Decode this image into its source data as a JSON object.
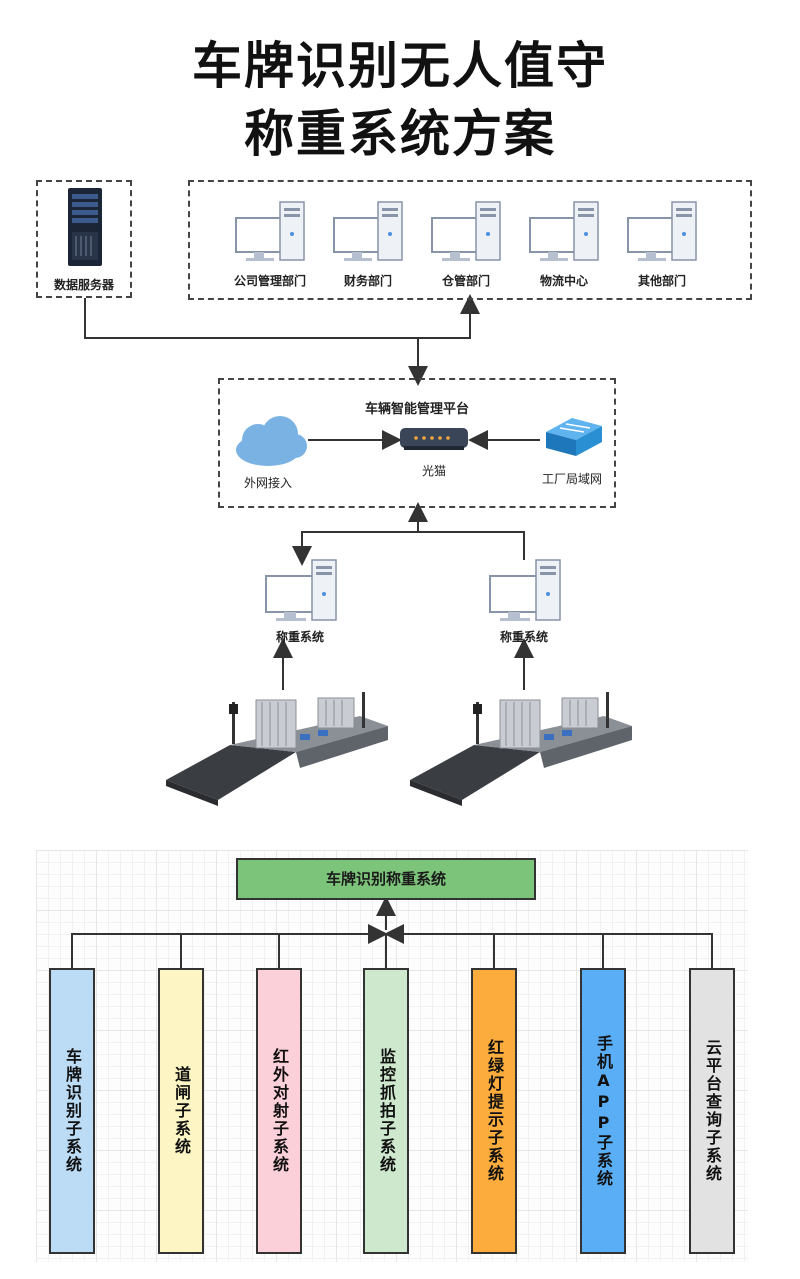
{
  "title": {
    "line1": "车牌识别无人值守",
    "line2": "称重系统方案"
  },
  "top": {
    "server_label": "数据服务器",
    "departments": [
      "公司管理部门",
      "财务部门",
      "仓管部门",
      "物流中心",
      "其他部门"
    ]
  },
  "platform": {
    "title": "车辆智能管理平台",
    "cloud_label": "外网接入",
    "modem_label": "光猫",
    "switch_label": "工厂局域网"
  },
  "weigh": {
    "left_label": "称重系统",
    "right_label": "称重系统"
  },
  "tree": {
    "root": "车牌识别称重系统",
    "children": [
      {
        "label": "车牌识别子系统",
        "color": "#bcdcf6"
      },
      {
        "label": "道闸子系统",
        "color": "#fdf6c4"
      },
      {
        "label": "红外对射子系统",
        "color": "#fcd0d8"
      },
      {
        "label": "监控抓拍子系统",
        "color": "#cde8cc"
      },
      {
        "label": "红绿灯提示子系统",
        "color": "#fbac3c"
      },
      {
        "label": "手机APP子系统",
        "color": "#5aaef6"
      },
      {
        "label": "云平台查询子系统",
        "color": "#e2e2e2"
      }
    ]
  },
  "colors": {
    "root": "#7dc47b",
    "cloud": "#7ab3e3",
    "switch": "#2b8fd4"
  }
}
